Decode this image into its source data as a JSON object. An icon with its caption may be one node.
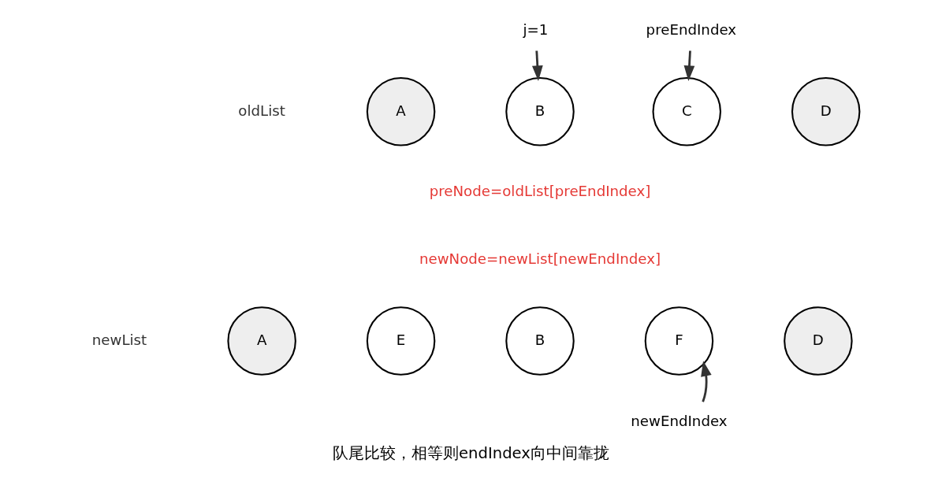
{
  "diagram": {
    "caption": "队尾比较，相等则endIndex向中间靠拢",
    "nodes": [
      {
        "text": [
          "j=1"
        ]
      },
      {
        "text": [
          "preEndIndex"
        ]
      },
      {
        "text": [
          "A"
        ]
      },
      {
        "text": [
          "B"
        ]
      },
      {
        "text": [
          "C"
        ]
      },
      {
        "text": [
          "D"
        ]
      },
      {
        "text": [
          "A"
        ]
      },
      {
        "text": [
          "E"
        ]
      },
      {
        "text": [
          "B"
        ]
      },
      {
        "text": [
          "F"
        ]
      },
      {
        "text": [
          "D"
        ]
      },
      {
        "text": [
          "newEndIndex"
        ]
      }
    ],
    "edges": [
      {
        "from": 0,
        "to": 3,
        "arrow": "to"
      },
      {
        "from": 1,
        "to": 4,
        "arrow": "to"
      },
      {
        "from": 11,
        "to": 9,
        "arrow": "to"
      }
    ],
    "labels": [
      "oldList",
      "preNode=oldList[preEndIndex]",
      "newNode=newList[newEndIndex]",
      "newList"
    ]
  }
}
